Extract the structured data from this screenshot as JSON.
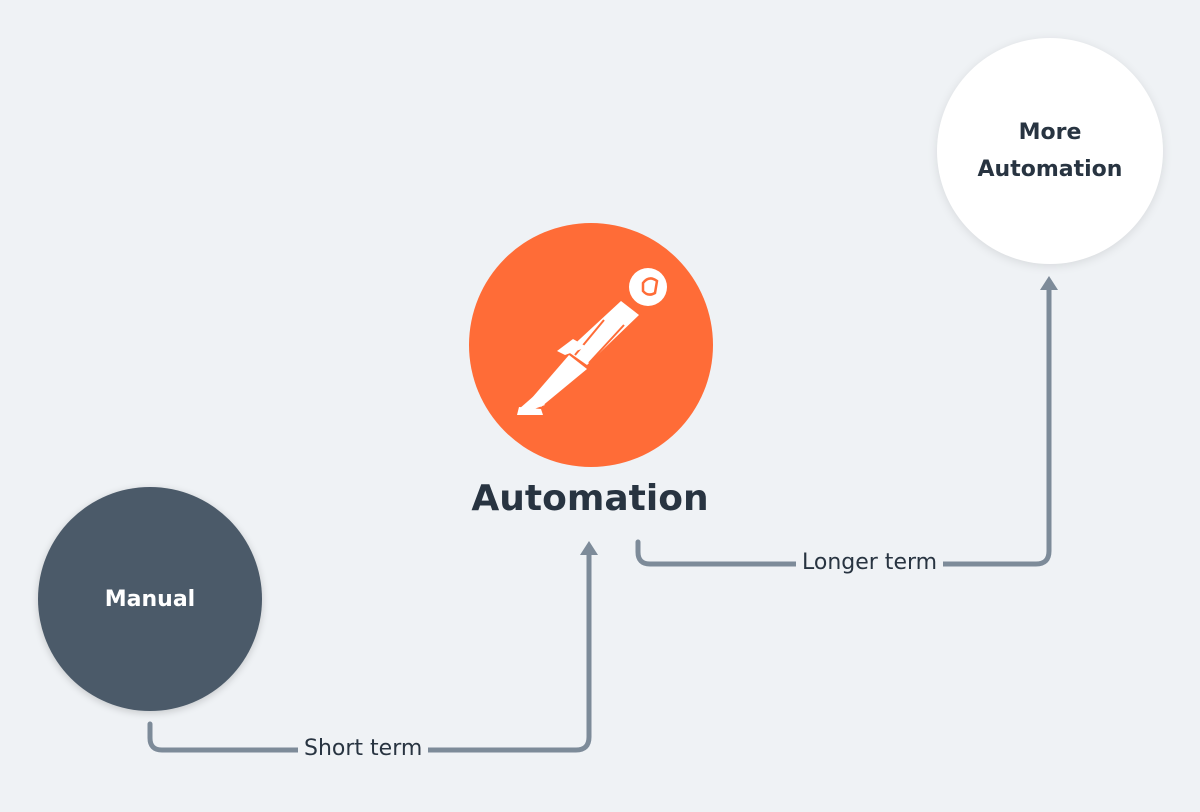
{
  "colors": {
    "background": "#eff2f5",
    "manual_fill": "#4b5a69",
    "automation_fill": "#ff6c37",
    "more_fill": "#ffffff",
    "connector": "#7d8b99",
    "text_dark": "#283441"
  },
  "nodes": {
    "manual": {
      "label": "Manual"
    },
    "automation": {
      "label": "Automation",
      "icon": "postman-astronaut-icon"
    },
    "more_automation": {
      "label": "More Automation"
    }
  },
  "edges": {
    "short": {
      "label": "Short term",
      "from": "manual",
      "to": "automation"
    },
    "long": {
      "label": "Longer term",
      "from": "automation",
      "to": "more_automation"
    }
  }
}
